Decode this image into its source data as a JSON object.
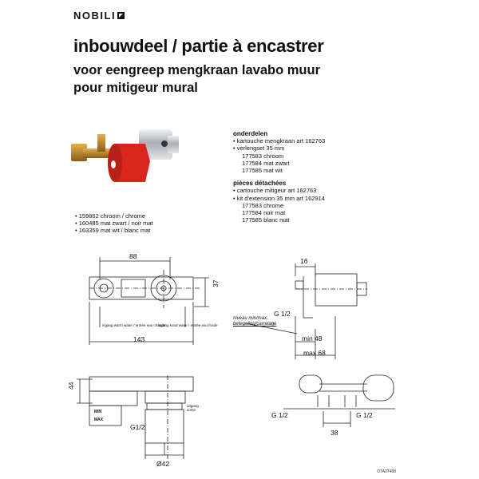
{
  "brand": "NOBILI",
  "title": "inbouwdeel / partie à encastrer",
  "subtitle1": "voor eengreep mengkraan lavabo muur",
  "subtitle2": "pour mitigeur mural",
  "parts_nl": {
    "heading": "onderdelen",
    "items": [
      "• kartouche mengkraan art 162763",
      "• verlengset 35 mm",
      "177583 chroom",
      "177584 mat zwart",
      "177585 mat wit"
    ]
  },
  "parts_fr": {
    "heading": "pièces détachées",
    "items": [
      "• cartouche mitigeur art 162763",
      "• kit d'extension 35 mm art 162914",
      "177583 chrome",
      "177584 noir mat",
      "177585 blanc mat"
    ]
  },
  "variants": [
    "• 159862 chroom / chrome",
    "• 160485 mat zwart / noir mat",
    "• 163359 mat wit / blanc mat"
  ],
  "drawing": {
    "dim_88": "88",
    "dim_37": "37",
    "dim_143": "143",
    "dim_16": "16",
    "g12_a": "G 1/2",
    "niveau": "niveau min/max.",
    "betegeling": "betegeling/carrelage",
    "min48": "min 48",
    "max68": "max 68",
    "dim_44": "44",
    "g12_b": "G1/2",
    "phi42": "Ø42",
    "g12_c": "G 1/2",
    "g12_d": "G 1/2",
    "dim_38": "38",
    "small_left": "ingang warm water / entrée eau chaude",
    "small_right": "ingang koud water / entrée eau froide",
    "min_label": "MIN",
    "max_label": "MAX",
    "uitgang": "uitgang sortie"
  },
  "doc_code": "OTA27488",
  "colors": {
    "cap_red": "#d9261c",
    "brass": "#c89432",
    "chrome": "#c9ccd0"
  }
}
